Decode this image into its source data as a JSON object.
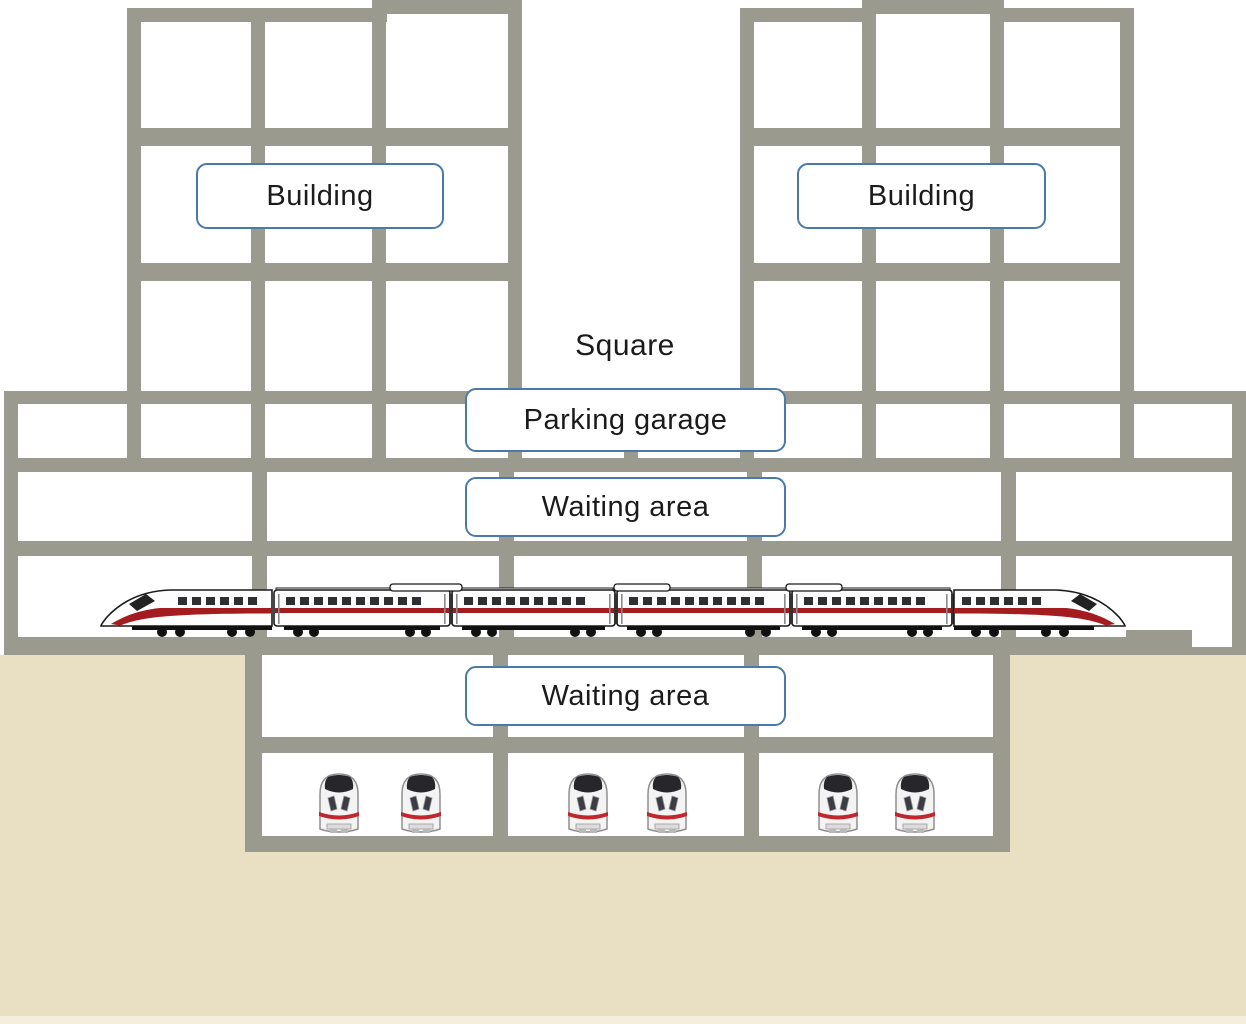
{
  "colors": {
    "structure": "#9b9a8e",
    "ground": "#e9dfc3",
    "ground_bottom_strip": "#f4eedd",
    "label_border": "#4a7aa8",
    "label_text": "#1b1b1b",
    "train_red": "#a31c20",
    "train_front_red": "#c0272d",
    "background": "#ffffff"
  },
  "labels": {
    "building_left": "Building",
    "building_right": "Building",
    "square": "Square",
    "parking_garage": "Parking garage",
    "waiting_area_upper": "Waiting area",
    "waiting_area_lower": "Waiting area"
  },
  "trains": {
    "side_train": {
      "icon": "high-speed-train-side-icon",
      "cars": 6
    },
    "front_trains": {
      "icon": "train-front-icon",
      "count": 6
    }
  }
}
